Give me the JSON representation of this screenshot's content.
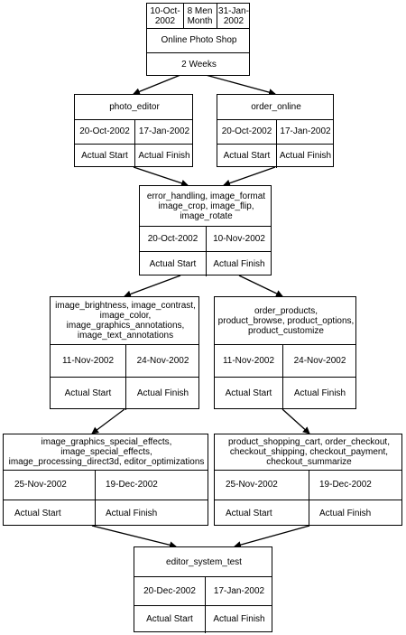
{
  "project": {
    "start": "10-Oct-2002",
    "effort": "8 Men\nMonth",
    "finish": "31-Jan-2002",
    "title": "Online Photo Shop",
    "duration": "2 Weeks"
  },
  "labels": {
    "actual_start": "Actual Start",
    "actual_finish": "Actual Finish"
  },
  "tasks": {
    "photo_editor": {
      "name": "photo_editor",
      "start": "20-Oct-2002",
      "finish": "17-Jan-2002"
    },
    "order_online": {
      "name": "order_online",
      "start": "20-Oct-2002",
      "finish": "17-Jan-2002"
    },
    "common": {
      "name": "error_handling, image_format\nimage_crop, image_flip,\nimage_rotate",
      "start": "20-Oct-2002",
      "finish": "10-Nov-2002"
    },
    "image_adjust": {
      "name": "image_brightness, image_contrast,\nimage_color,\nimage_graphics_annotations,\nimage_text_annotations",
      "start": "11-Nov-2002",
      "finish": "24-Nov-2002"
    },
    "order_products": {
      "name": "order_products,\nproduct_browse, product_options,\nproduct_customize",
      "start": "11-Nov-2002",
      "finish": "24-Nov-2002"
    },
    "special_effects": {
      "name": "image_graphics_special_effects,\nimage_special_effects,\nimage_processing_direct3d, editor_optimizations",
      "start": "25-Nov-2002",
      "finish": "19-Dec-2002"
    },
    "shopping_cart": {
      "name": "product_shopping_cart, order_checkout,\ncheckout_shipping, checkout_payment,\ncheckout_summarize",
      "start": "25-Nov-2002",
      "finish": "19-Dec-2002"
    },
    "system_test": {
      "name": "editor_system_test",
      "start": "20-Dec-2002",
      "finish": "17-Jan-2002"
    }
  }
}
